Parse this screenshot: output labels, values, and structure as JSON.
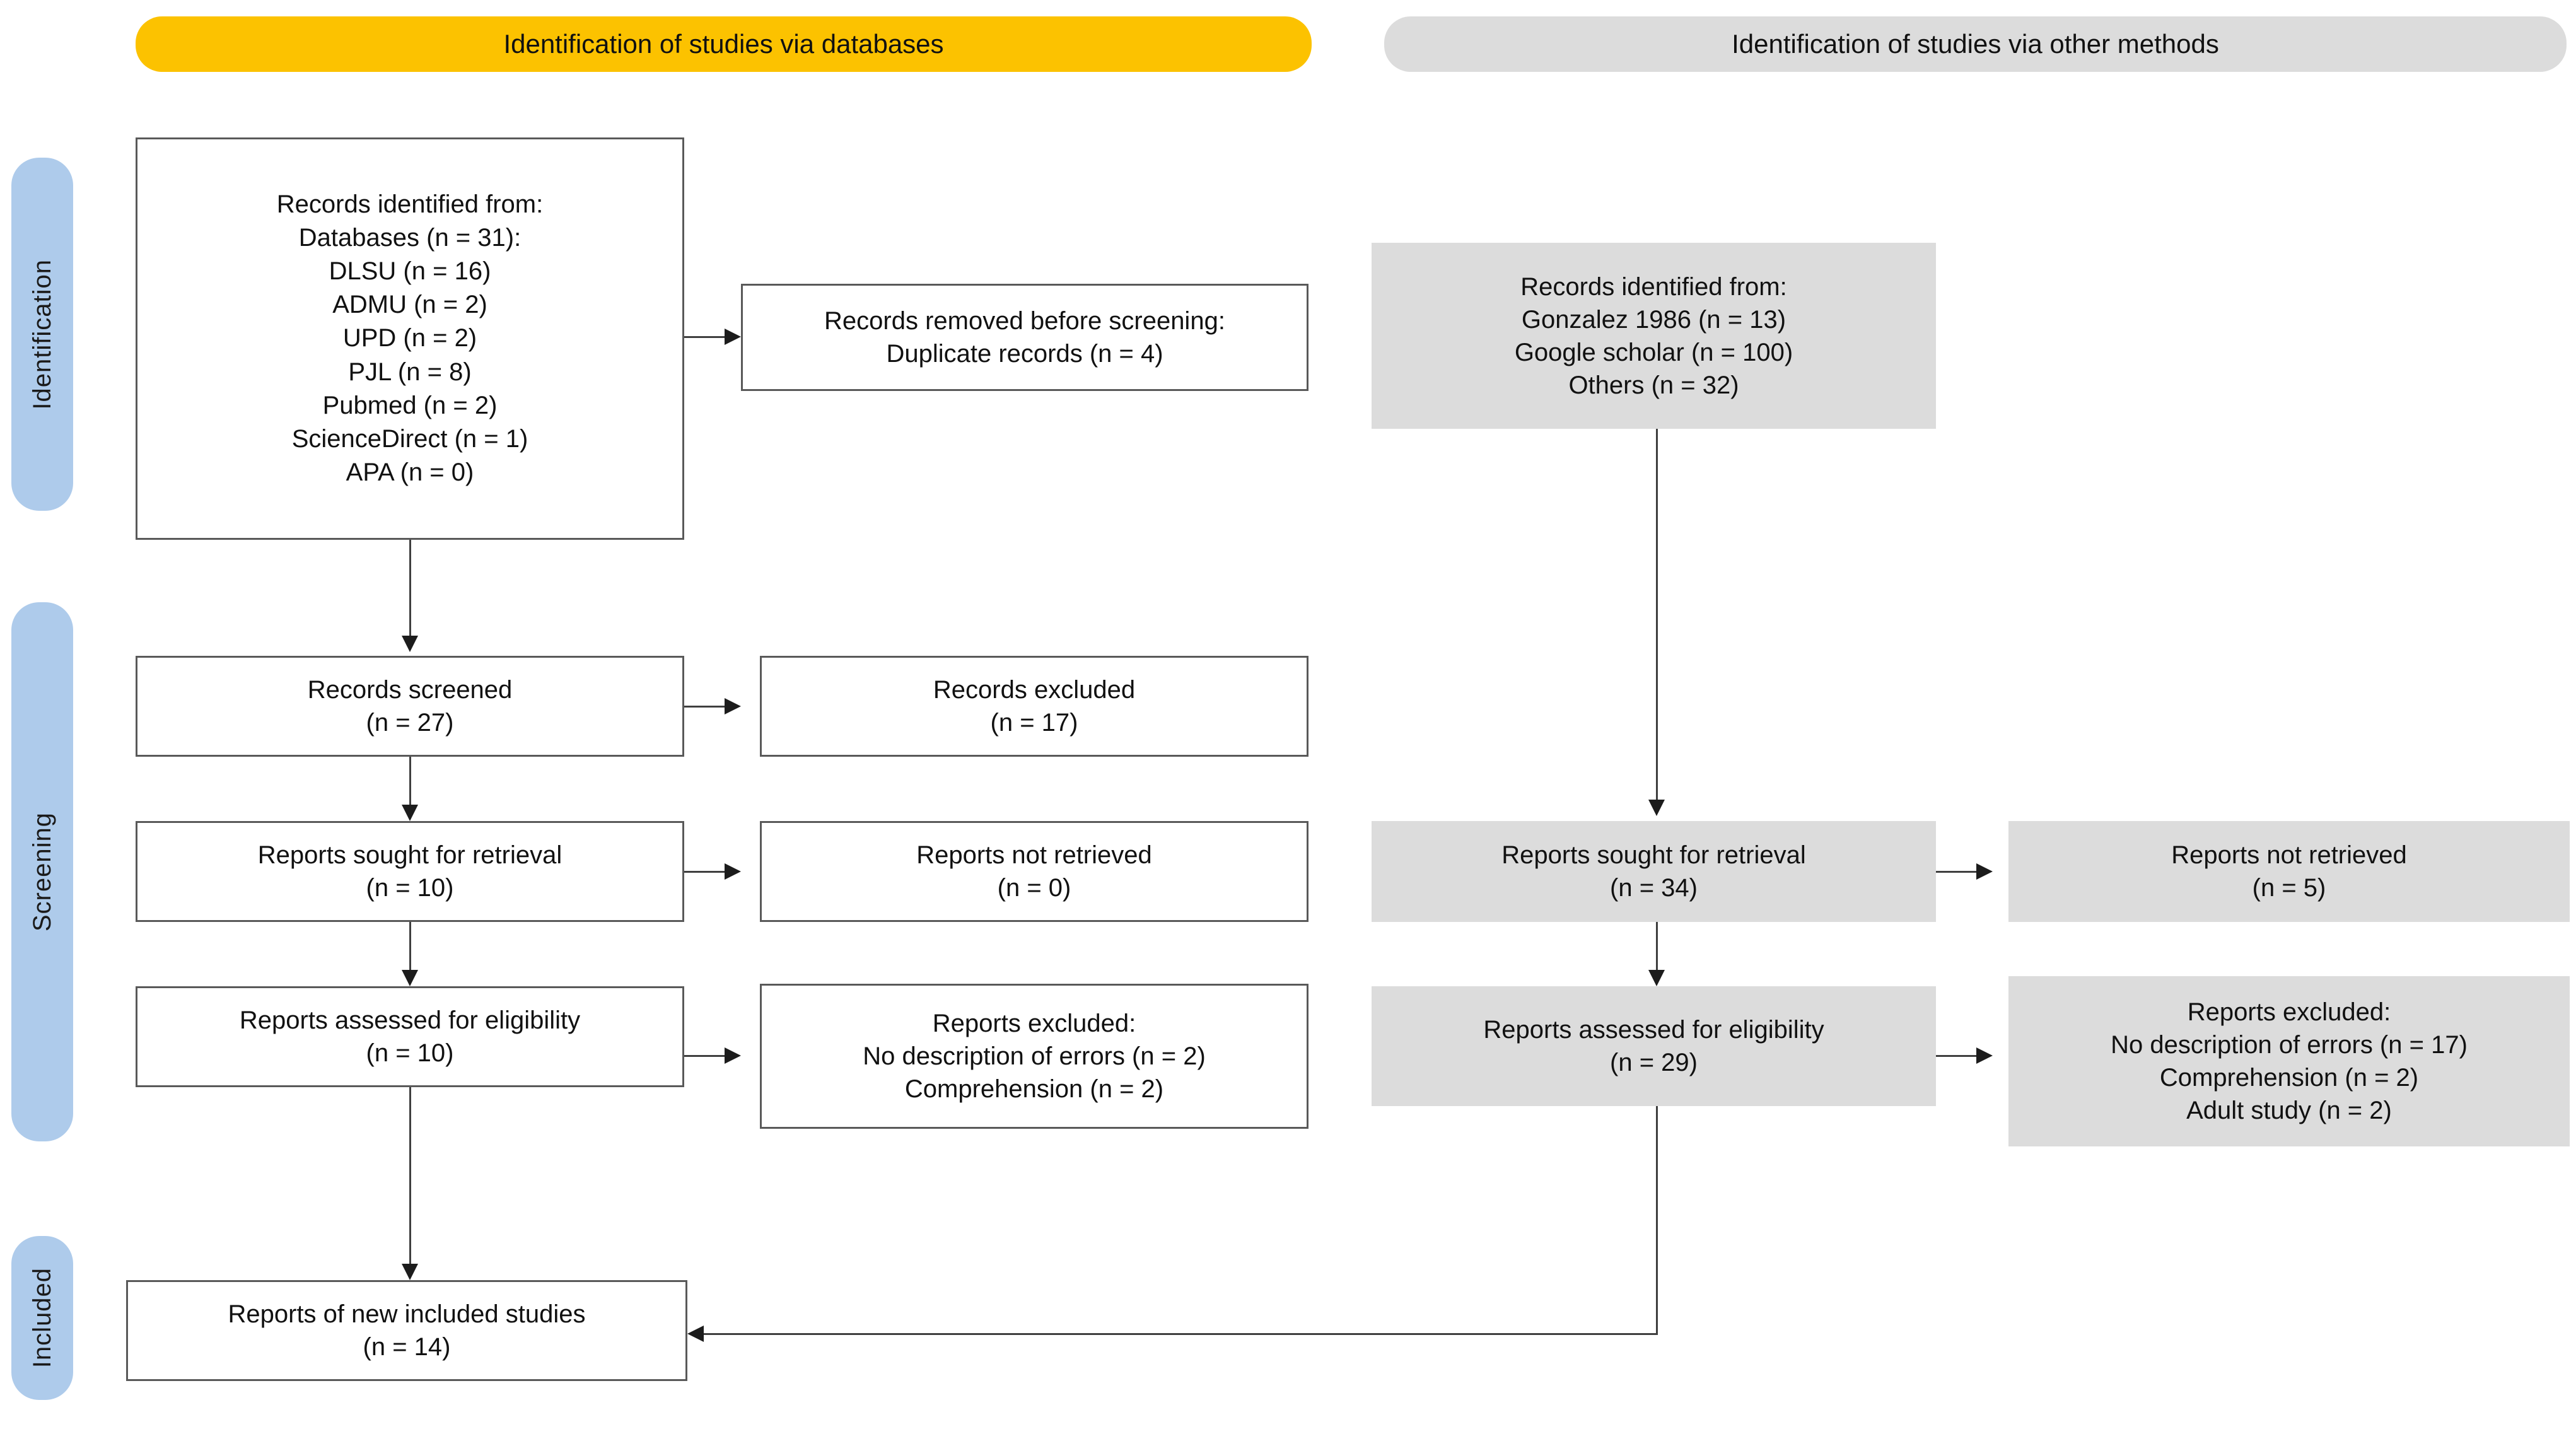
{
  "diagram": {
    "title": "PRISMA 2020 flow diagram",
    "colors": {
      "banner_databases": "#fcc200",
      "banner_other": "#dcdcdc",
      "phase_pill": "#aecbeb",
      "box_gray": "#dcdcdc",
      "box_border": "#595959",
      "connector": "#3f3f3f"
    }
  },
  "phases": [
    {
      "label": "Identification"
    },
    {
      "label": "Screening"
    },
    {
      "label": "Included"
    }
  ],
  "banners": [
    {
      "label": "Identification of studies via databases"
    },
    {
      "label": "Identification of studies via other methods"
    }
  ],
  "databases_column": {
    "identified": {
      "lines": [
        "Records identified from:",
        "Databases (n = 31):",
        "DLSU (n = 16)",
        "ADMU (n = 2)",
        "UPD (n = 2)",
        "PJL (n = 8)",
        "Pubmed (n = 2)",
        "ScienceDirect (n = 1)",
        "APA (n = 0)"
      ]
    },
    "removed": {
      "lines": [
        "Records removed before screening:",
        "Duplicate records (n = 4)"
      ]
    },
    "screened": {
      "lines": [
        "Records screened",
        "(n = 27)"
      ]
    },
    "records_excluded": {
      "lines": [
        "Records excluded",
        "(n = 17)"
      ]
    },
    "sought": {
      "lines": [
        "Reports sought for retrieval",
        "(n = 10)"
      ]
    },
    "not_retrieved": {
      "lines": [
        "Reports not retrieved",
        "(n = 0)"
      ]
    },
    "assessed": {
      "lines": [
        "Reports assessed for eligibility",
        "(n = 10)"
      ]
    },
    "reports_excluded": {
      "lines": [
        "Reports excluded:",
        "No description of errors (n = 2)",
        "Comprehension (n = 2)"
      ]
    }
  },
  "other_column": {
    "identified": {
      "lines": [
        "Records identified from:",
        "Gonzalez 1986 (n = 13)",
        "Google scholar (n = 100)",
        "Others (n = 32)"
      ]
    },
    "sought": {
      "lines": [
        "Reports sought for retrieval",
        "(n = 34)"
      ]
    },
    "not_retrieved": {
      "lines": [
        "Reports not retrieved",
        "(n = 5)"
      ]
    },
    "assessed": {
      "lines": [
        "Reports assessed for eligibility",
        "(n = 29)"
      ]
    },
    "reports_excluded": {
      "lines": [
        "Reports excluded:",
        "No description of errors (n = 17)",
        "Comprehension (n = 2)",
        "Adult study (n = 2)"
      ]
    }
  },
  "included": {
    "new_studies": {
      "lines": [
        "Reports of new included studies",
        "(n = 14)"
      ]
    }
  }
}
